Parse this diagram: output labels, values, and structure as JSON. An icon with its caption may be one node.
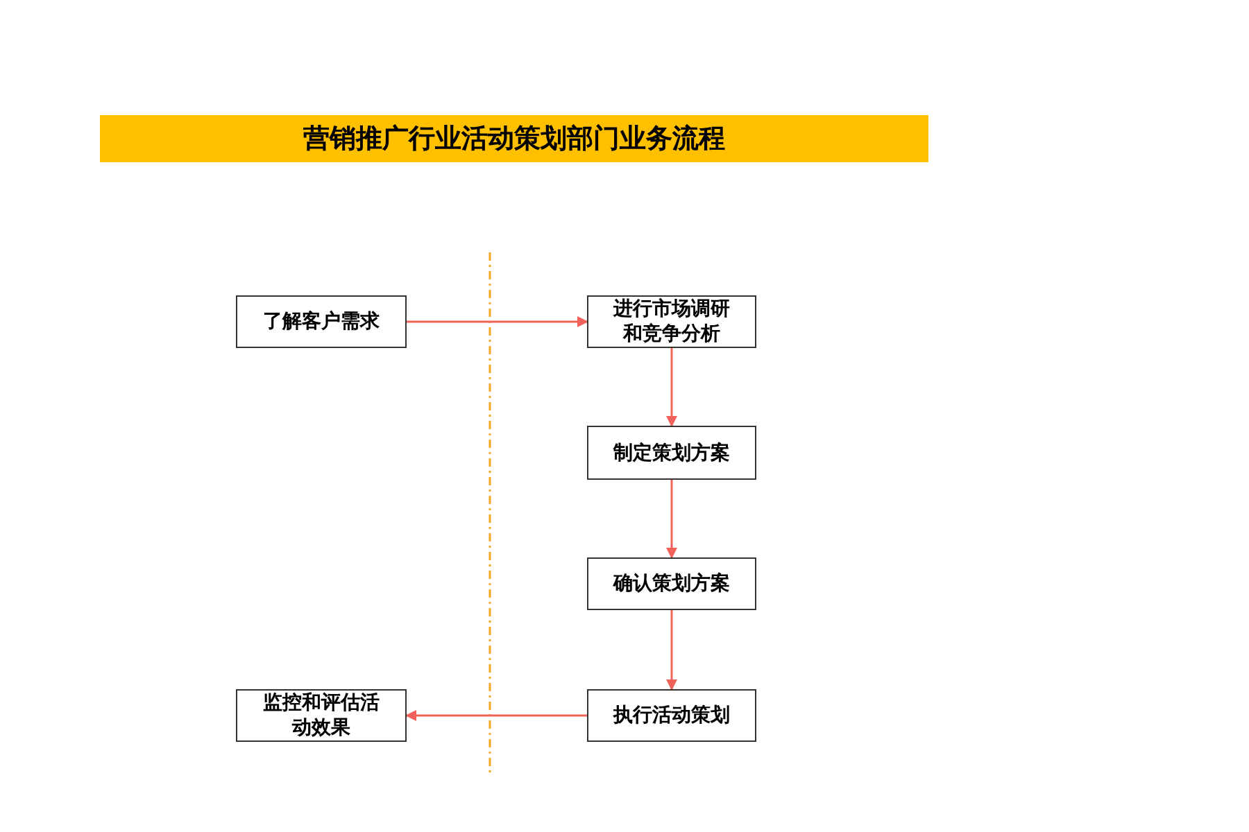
{
  "diagram": {
    "title": "营销推广行业活动策划部门业务流程",
    "nodes": [
      {
        "text": [
          "了解客户需求"
        ]
      },
      {
        "text": [
          "进行市场调研和竞争分析"
        ]
      },
      {
        "text": [
          "制定策划方案"
        ]
      },
      {
        "text": [
          "确认策划方案"
        ]
      },
      {
        "text": [
          "执行活动策划"
        ]
      },
      {
        "text": [
          "监控和评估活动效果"
        ]
      }
    ],
    "edges": [
      {
        "from": 0,
        "to": 1,
        "arrow": "to"
      },
      {
        "from": 1,
        "to": 2,
        "arrow": "to"
      },
      {
        "from": 2,
        "to": 3,
        "arrow": "to"
      },
      {
        "from": 3,
        "to": 4,
        "arrow": "to"
      },
      {
        "from": 4,
        "to": 5,
        "arrow": "to"
      }
    ]
  }
}
